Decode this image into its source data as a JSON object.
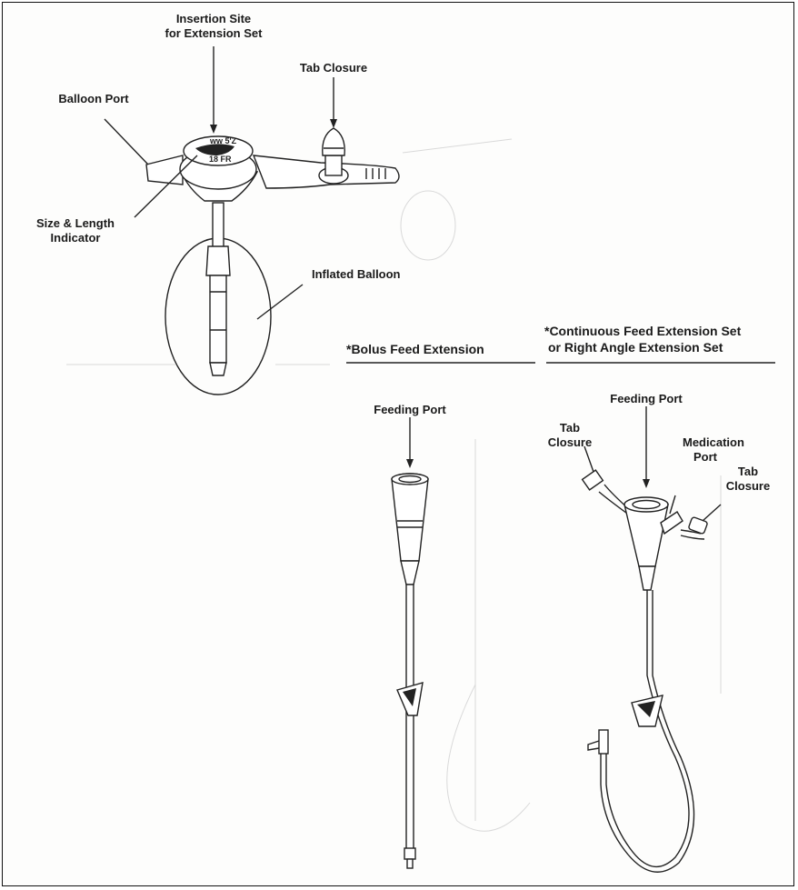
{
  "labels": {
    "insertion_site": [
      "Insertion Site",
      "for Extension Set"
    ],
    "tab_closure_top": "Tab Closure",
    "balloon_port": "Balloon Port",
    "size_length": [
      "Size & Length",
      "Indicator"
    ],
    "inflated_balloon": "Inflated Balloon",
    "bolus_header": "*Bolus Feed Extension",
    "continuous_header": [
      "*Continuous Feed Extension Set",
      "or Right Angle Extension Set"
    ],
    "feeding_port_bolus": "Feeding Port",
    "feeding_port_cont": "Feeding Port",
    "tab_closure_left": [
      "Tab",
      "Closure"
    ],
    "medication_port": [
      "Medication",
      "Port"
    ],
    "tab_closure_right": [
      "Tab",
      "Closure"
    ],
    "device_marking_top": "ww 5'Z",
    "device_marking_fr": "18 FR"
  },
  "colors": {
    "ink": "#222222",
    "paper": "#fdfdfc",
    "ghost": "#d9d9d9"
  }
}
